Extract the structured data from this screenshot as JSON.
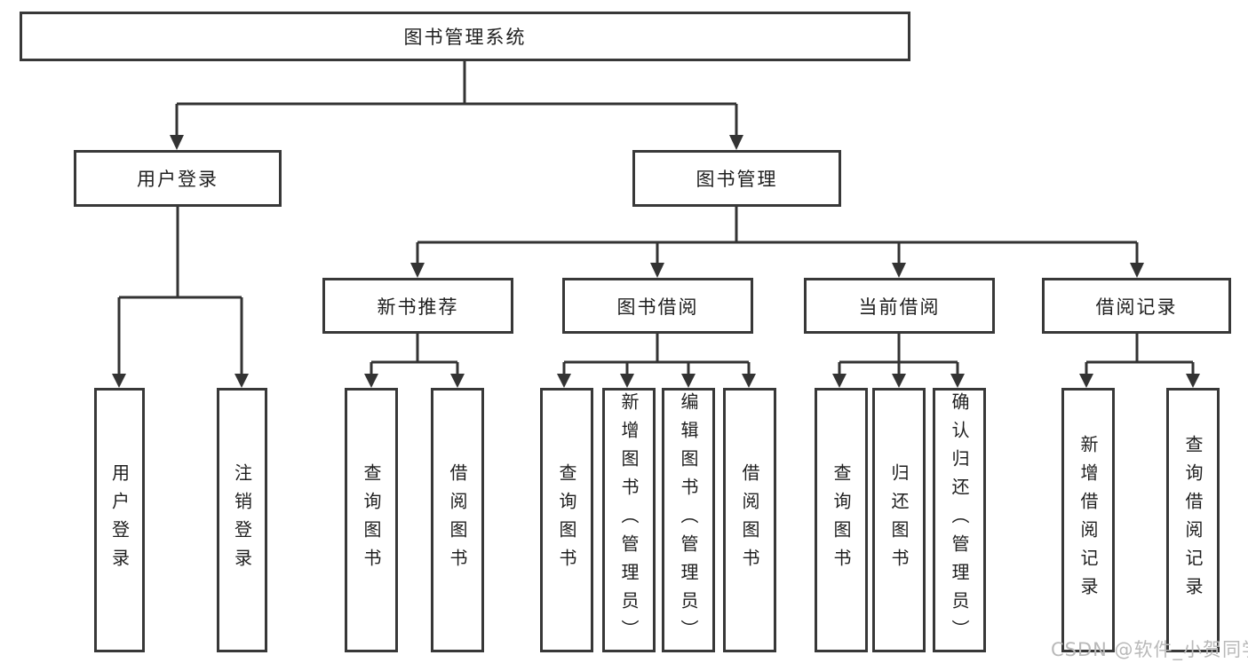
{
  "tree": {
    "root": {
      "label": "图书管理系统"
    },
    "user_branch": {
      "label": "用户登录",
      "children": [
        {
          "label": "用户登录"
        },
        {
          "label": "注销登录"
        }
      ]
    },
    "book_branch": {
      "label": "图书管理",
      "sections": [
        {
          "label": "新书推荐",
          "children": [
            {
              "label": "查询图书"
            },
            {
              "label": "借阅图书"
            }
          ]
        },
        {
          "label": "图书借阅",
          "children": [
            {
              "label": "查询图书"
            },
            {
              "label": "新增图书（管理员）"
            },
            {
              "label": "编辑图书（管理员）"
            },
            {
              "label": "借阅图书"
            }
          ]
        },
        {
          "label": "当前借阅",
          "children": [
            {
              "label": "查询图书"
            },
            {
              "label": "归还图书"
            },
            {
              "label": "确认归还（管理员）"
            }
          ]
        },
        {
          "label": "借阅记录",
          "children": [
            {
              "label": "新增借阅记录"
            },
            {
              "label": "查询借阅记录"
            }
          ]
        }
      ]
    }
  },
  "watermark": {
    "text": "CSDN @软件_小贺同学"
  },
  "colors": {
    "line": "#333333",
    "box_border": "#383838",
    "text": "#1f1f1f",
    "watermark": "#b9b9b9",
    "background": "#ffffff"
  }
}
